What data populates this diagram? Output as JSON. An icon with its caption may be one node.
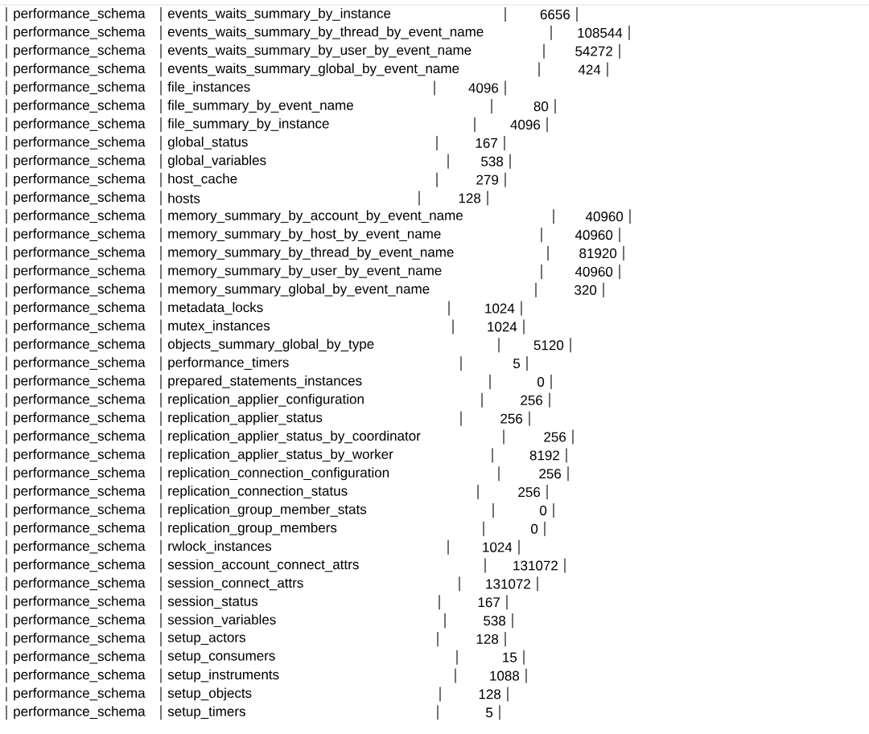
{
  "diagram": {
    "labels": [
      "performance_schema",
      "events_waits_summary_by_instance",
      "6656",
      "performance_schema",
      "events_waits_summary_by_thread_by_event_name",
      "108544",
      "performance_schema",
      "events_waits_summary_by_user_by_event_name",
      "54272",
      "performance_schema",
      "events_waits_summary_global_by_event_name",
      "424",
      "performance_schema",
      "file_instances",
      "4096",
      "performance_schema",
      "file_summary_by_event_name",
      "80",
      "performance_schema",
      "file_summary_by_instance",
      "4096",
      "performance_schema",
      "global_status",
      "167",
      "performance_schema",
      "global_variables",
      "538",
      "performance_schema",
      "host_cache",
      "279",
      "performance_schema",
      "hosts",
      "128",
      "performance_schema",
      "memory_summary_by_account_by_event_name",
      "40960",
      "performance_schema",
      "memory_summary_by_host_by_event_name",
      "40960",
      "performance_schema",
      "memory_summary_by_thread_by_event_name",
      "81920",
      "performance_schema",
      "memory_summary_by_user_by_event_name",
      "40960",
      "performance_schema",
      "memory_summary_global_by_event_name",
      "320",
      "performance_schema",
      "metadata_locks",
      "1024",
      "performance_schema",
      "mutex_instances",
      "1024",
      "performance_schema",
      "objects_summary_global_by_type",
      "5120",
      "performance_schema",
      "performance_timers",
      "5",
      "performance_schema",
      "prepared_statements_instances",
      "0",
      "performance_schema",
      "replication_applier_configuration",
      "256",
      "performance_schema",
      "replication_applier_status",
      "256",
      "performance_schema",
      "replication_applier_status_by_coordinator",
      "256",
      "performance_schema",
      "replication_applier_status_by_worker",
      "8192",
      "performance_schema",
      "replication_connection_configuration",
      "256",
      "performance_schema",
      "replication_connection_status",
      "256",
      "performance_schema",
      "replication_group_member_stats",
      "0",
      "performance_schema",
      "replication_group_members",
      "0",
      "performance_schema",
      "rwlock_instances",
      "1024",
      "performance_schema",
      "session_account_connect_attrs",
      "131072",
      "performance_schema",
      "session_connect_attrs",
      "131072",
      "performance_schema",
      "session_status",
      "167",
      "performance_schema",
      "session_variables",
      "538",
      "performance_schema",
      "setup_actors",
      "128",
      "performance_schema",
      "setup_consumers",
      "15",
      "performance_schema",
      "setup_instruments",
      "1088",
      "performance_schema",
      "setup_objects",
      "128",
      "performance_schema",
      "setup_timers",
      "5"
    ]
  }
}
